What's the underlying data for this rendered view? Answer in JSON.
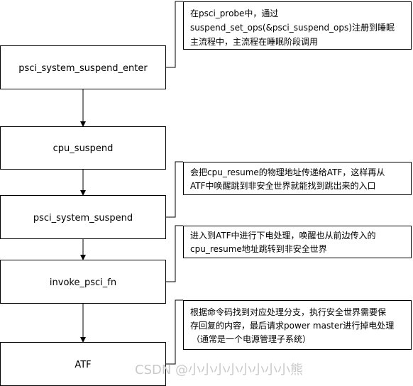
{
  "nodes": [
    {
      "id": "n1",
      "label": "psci_system_suspend_enter"
    },
    {
      "id": "n2",
      "label": "cpu_suspend"
    },
    {
      "id": "n3",
      "label": "psci_system_suspend"
    },
    {
      "id": "n4",
      "label": "invoke_psci_fn"
    },
    {
      "id": "n5",
      "label": "ATF"
    }
  ],
  "edges": [
    {
      "from": "n1",
      "to": "n2"
    },
    {
      "from": "n2",
      "to": "n3"
    },
    {
      "from": "n3",
      "to": "n4"
    },
    {
      "from": "n4",
      "to": "n5"
    }
  ],
  "notes": [
    {
      "attached_to": "n1",
      "lines": [
        "在psci_probe中，通过",
        "suspend_set_ops(&psci_suspend_ops)注册到睡眠",
        "主流程中，主流程在睡眠阶段调用"
      ]
    },
    {
      "attached_to": "n3",
      "lines": [
        "会把cpu_resume的物理地址传递给ATF，这样再从",
        "ATF中唤醒跳到非安全世界就能找到跳出来的入口"
      ]
    },
    {
      "attached_to": "n4",
      "lines": [
        "进入到ATF中进行下电处理，唤醒也从前边传入的",
        "cpu_resume地址跳转到非安全世界"
      ]
    },
    {
      "attached_to": "n5",
      "lines": [
        "根据命令码找到对应处理分支，执行安全世界需要保",
        "存回复的内容，最后请求power master进行掉电处理",
        "（通常是一个电源管理子系统）"
      ]
    }
  ],
  "watermark": "CSDN @小小小小小小小小熊"
}
